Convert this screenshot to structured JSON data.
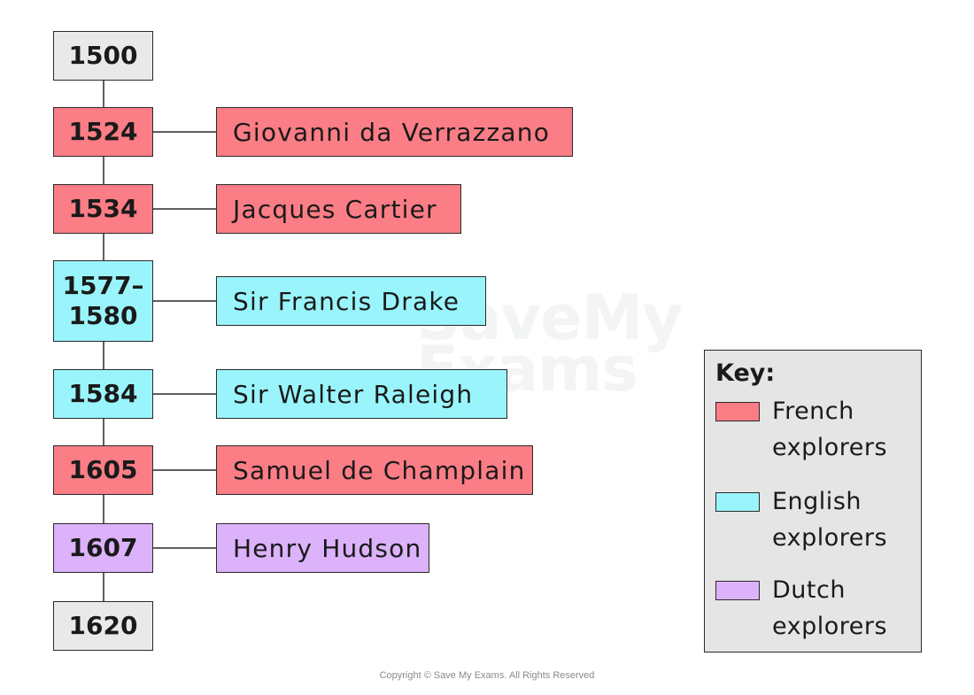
{
  "timeline": {
    "events": [
      {
        "year": "1500",
        "explorer": "",
        "nationality": ""
      },
      {
        "year": "1524",
        "explorer": "Giovanni da Verrazzano",
        "nationality": "french"
      },
      {
        "year": "1534",
        "explorer": "Jacques Cartier",
        "nationality": "french"
      },
      {
        "year": "1577–\n1580",
        "explorer": "Sir Francis Drake",
        "nationality": "english"
      },
      {
        "year": "1584",
        "explorer": "Sir Walter Raleigh",
        "nationality": "english"
      },
      {
        "year": "1605",
        "explorer": "Samuel de Champlain",
        "nationality": "french"
      },
      {
        "year": "1607",
        "explorer": "Henry Hudson",
        "nationality": "dutch"
      },
      {
        "year": "1620",
        "explorer": "",
        "nationality": ""
      }
    ]
  },
  "key": {
    "title": "Key:",
    "items": [
      {
        "id": "french",
        "label": "French explorers",
        "color": "#fb7d86"
      },
      {
        "id": "english",
        "label": "English explorers",
        "color": "#99f5fb"
      },
      {
        "id": "dutch",
        "label": "Dutch explorers",
        "color": "#dcb2fa"
      }
    ]
  },
  "watermark": {
    "line1": "SaveMy",
    "line2": "Exams"
  },
  "copyright": "Copyright © Save My Exams. All Rights Reserved"
}
